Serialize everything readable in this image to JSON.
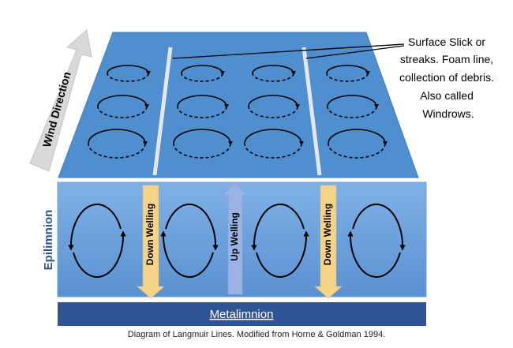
{
  "labels": {
    "wind": "Wind Direction",
    "surface_note": [
      "Surface Slick or",
      "streaks.  Foam line,",
      "collection of debris.",
      "Also called",
      "Windrows."
    ],
    "epilimnion": "Epilimnion",
    "down1": "Down Welling",
    "up": "Up Welling",
    "down2": "Down Welling",
    "metalimnion": "Metalimnion",
    "caption": "Diagram of Langmuir Lines. Modified from Horne & Goldman 1994."
  },
  "colors": {
    "surface": "#4f8fd0",
    "water_top": "#7fb1e6",
    "water_bottom": "#5a91d2",
    "metalimnion": "#2f5597",
    "down_arrow": "#f5d48a",
    "up_arrow": "#9ab3e4",
    "wind_arrow": "#d9d9d9",
    "slick": "#e6e6e6",
    "epilimnion_text": "#2f5597"
  }
}
